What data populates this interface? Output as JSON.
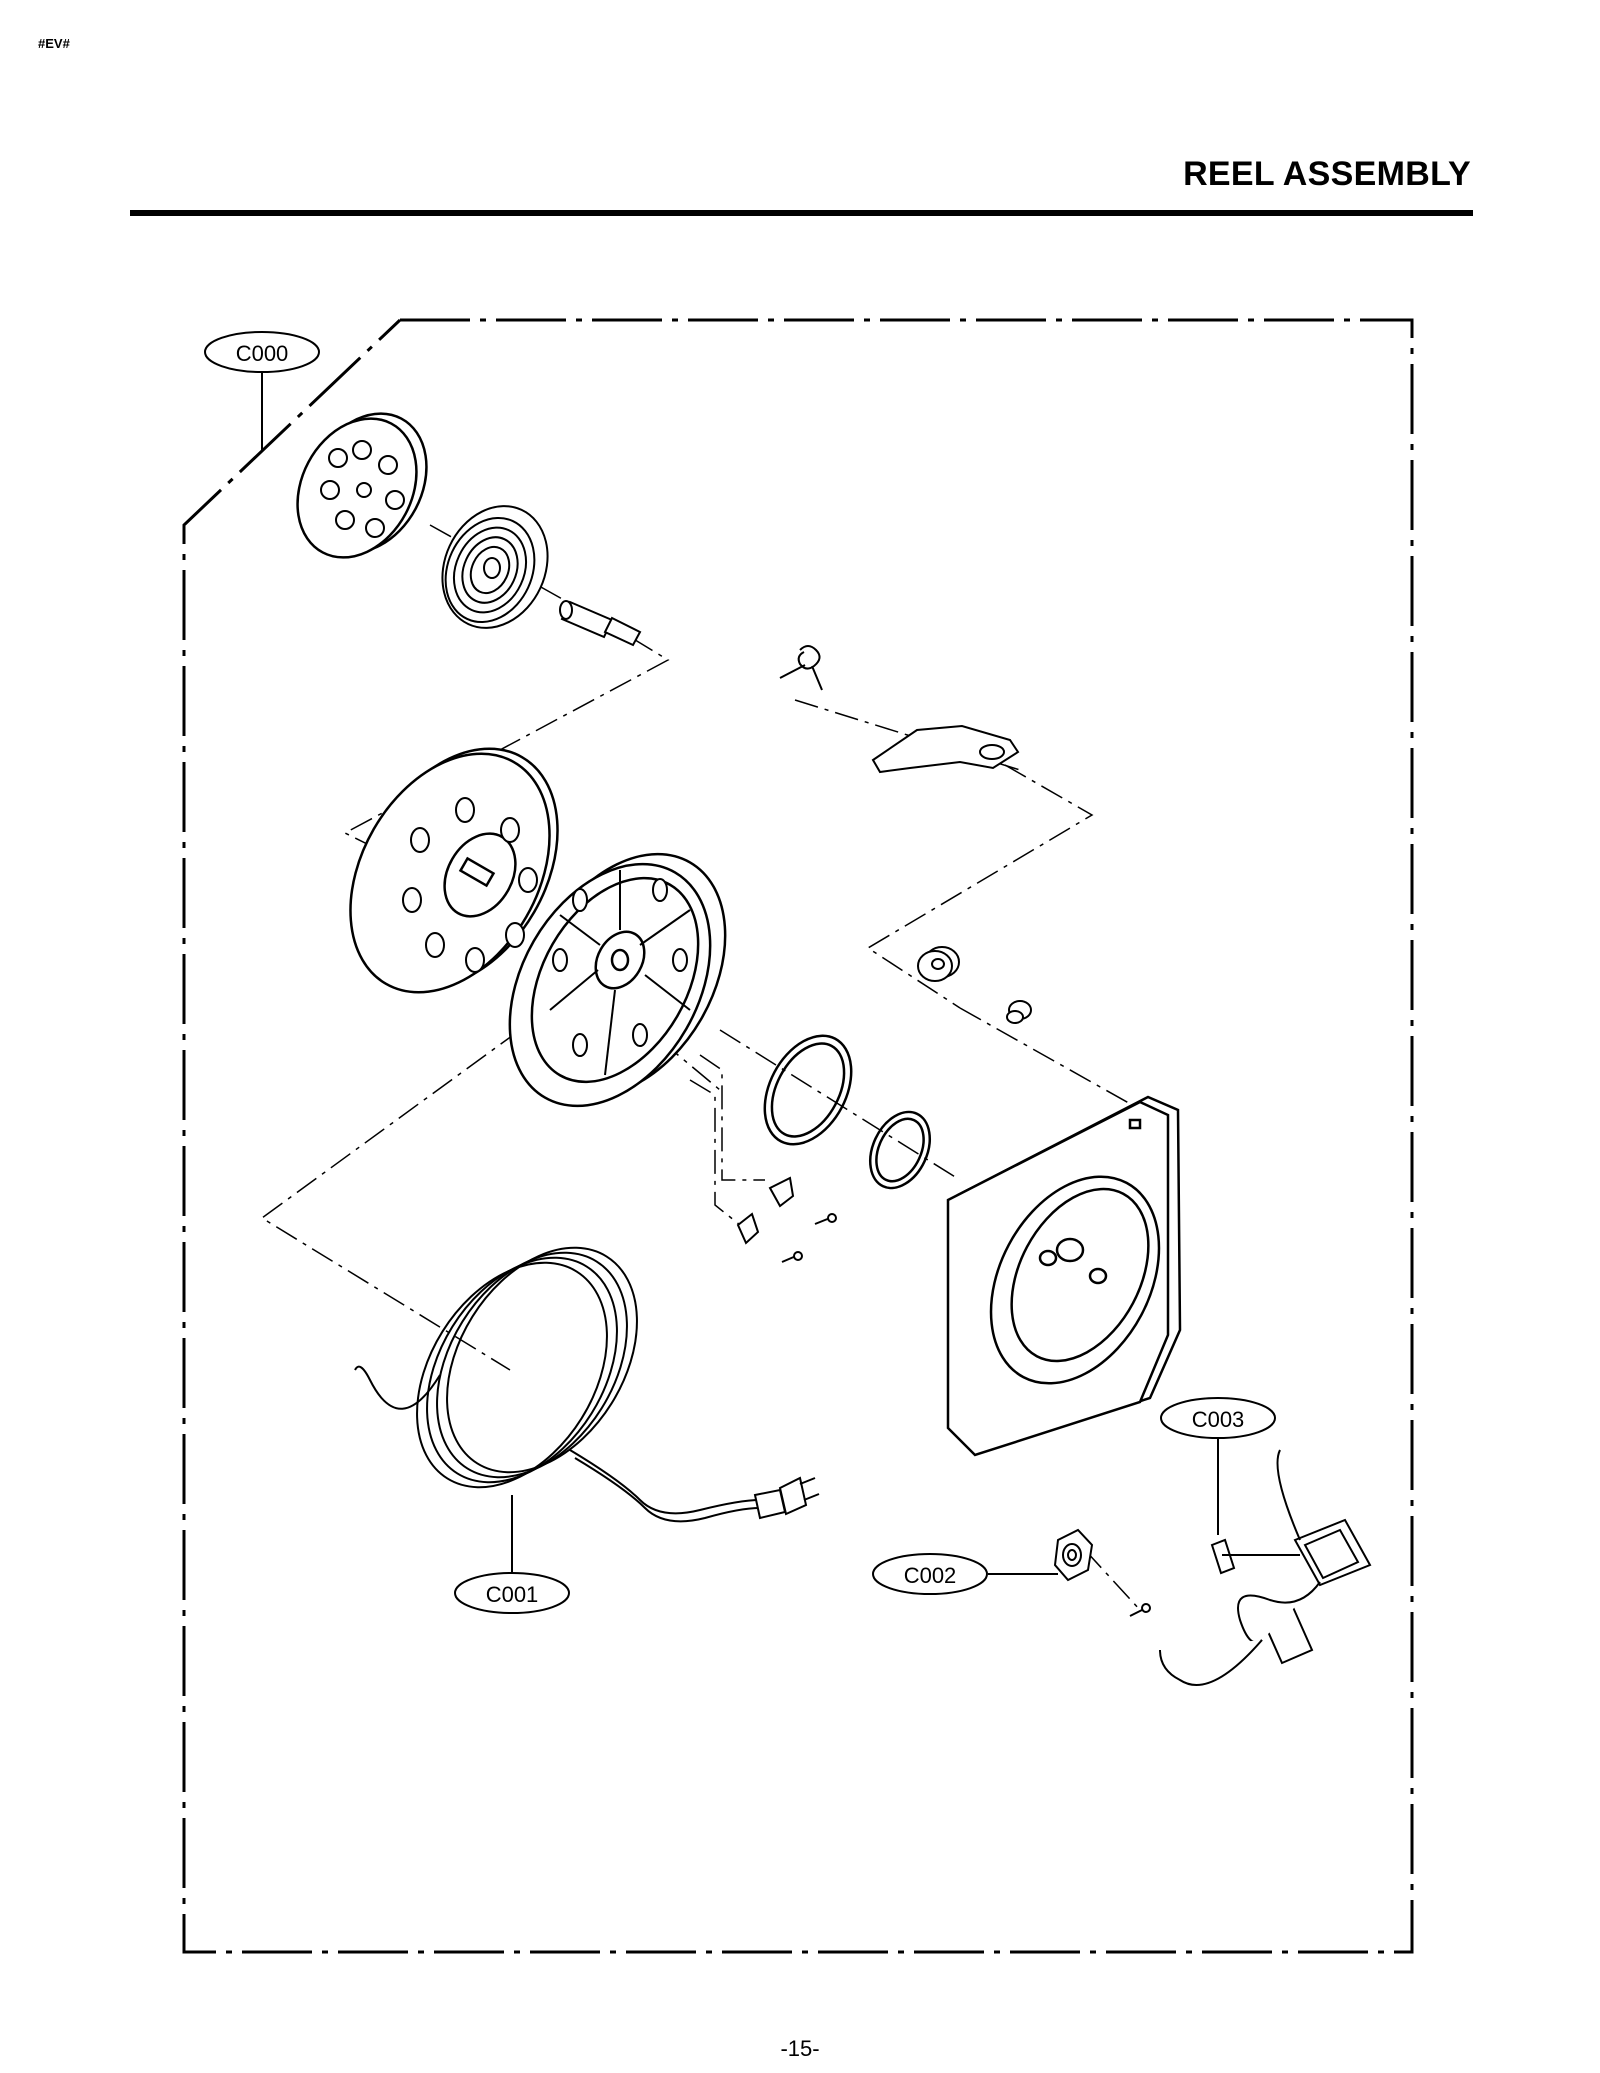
{
  "header": {
    "corner_tag": "#EV#",
    "title": "REEL ASSEMBLY"
  },
  "callouts": {
    "c000": "C000",
    "c001": "C001",
    "c002": "C002",
    "c003": "C003"
  },
  "footer": {
    "page_number": "-15-"
  }
}
